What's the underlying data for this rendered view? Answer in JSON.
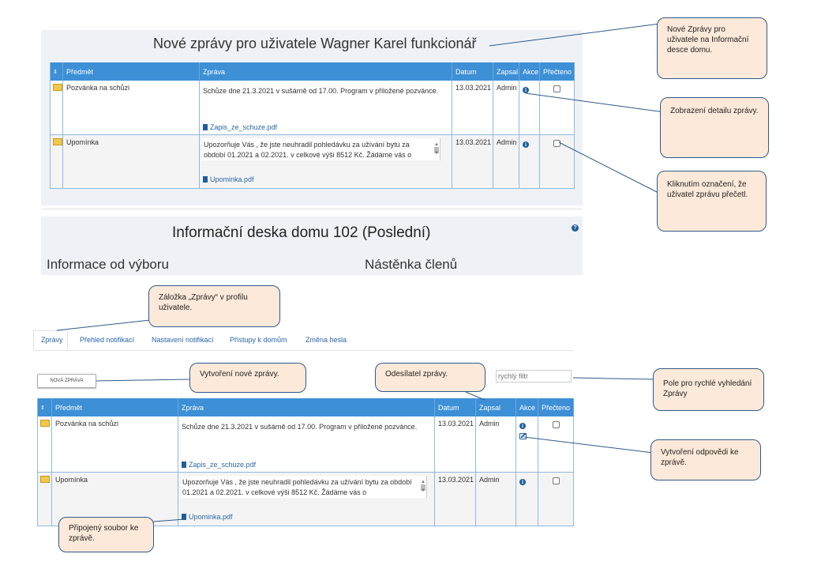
{
  "top": {
    "title": "Nové zprávy pro uživatele Wagner Karel funkcionář",
    "headers": {
      "sort": "⇕",
      "subject": "Předmět",
      "message": "Zpráva",
      "date": "Datum",
      "author": "Zapsal",
      "action": "Akce",
      "read": "Přečteno"
    },
    "rows": [
      {
        "subject": "Pozvánka na schůzi",
        "message": "Schůze dne 21.3.2021 v sušárně od 17.00. Program v přiložené pozvánce.",
        "file": "Zapis_ze_schuze.pdf",
        "date": "13.03.2021",
        "author": "Admin"
      },
      {
        "subject": "Upomínka",
        "message": "Upozorňuje Vás , že jste neuhradil pohledávku za užívání bytu za období 01.2021 a 02.2021. v celkové výši 8512 Kč. Žádáme vás o",
        "file": "Upominka.pdf",
        "date": "13.03.2021",
        "author": "Admin"
      }
    ]
  },
  "board": {
    "title": "Informační deska domu 102 (Poslední)",
    "help": "?",
    "left": "Informace od výboru",
    "right": "Nástěnka členů"
  },
  "tabs": [
    "Zprávy",
    "Přehled notifikací",
    "Nastavení notifikací",
    "Přístupy k domům",
    "Změna hesla"
  ],
  "new_message_button": "NOVÁ ZPRÁVA",
  "filter_placeholder": "rychlý filtr",
  "bottom": {
    "headers": {
      "sort": "⇕",
      "subject": "Předmět",
      "message": "Zpráva",
      "date": "Datum",
      "author": "Zapsal",
      "action": "Akce",
      "read": "Přečteno"
    },
    "rows": [
      {
        "subject": "Pozvánka na schůzi",
        "message": "Schůze dne 21.3.2021 v sušárně od 17.00. Program v přiložené pozvánce.",
        "file": "Zapis_ze_schuze.pdf",
        "date": "13.03.2021",
        "author": "Admin"
      },
      {
        "subject": "Upomínka",
        "message": "Upozorňuje Vás , že jste neuhradil pohledávku za užívání bytu za období 01.2021 a 02.2021. v celkové výši 8512 Kč. Žádáme vás o",
        "file": "Upominka.pdf",
        "date": "13.03.2021",
        "author": "Admin"
      }
    ]
  },
  "callouts": {
    "c1": "Nové Zprávy pro uživatele na Informační desce domu.",
    "c2": "Zobrazení detailu zprávy.",
    "c3": "Kliknutím označení, že uživatel zprávu přečetl.",
    "c4": "Záložka „Zprávy“ v profilu uživatele.",
    "c5": "Vytvoření nové zprávy.",
    "c6": "Odesílatel zprávy.",
    "c7": "Pole pro rychlé vyhledání Zprávy",
    "c8": "Vytvoření odpovědi ke zprávě.",
    "c9": "Připojený soubor ke zprávě."
  },
  "colors": {
    "header": "#3d8fd6",
    "callout_bg": "#fde9d9",
    "callout_border": "#2f5a8a",
    "panel": "#eef2f7"
  },
  "icons": [
    "envelope-icon",
    "info-icon",
    "pdf-file-icon",
    "edit-icon",
    "help-icon",
    "sort-icon"
  ]
}
